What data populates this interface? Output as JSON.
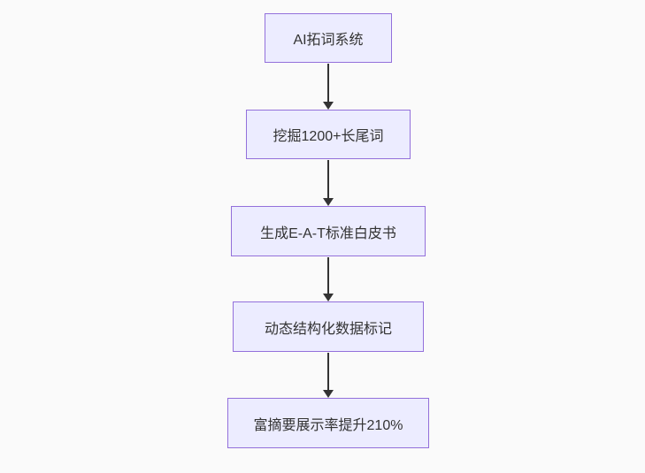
{
  "flowchart": {
    "type": "vertical-flow",
    "nodes": [
      {
        "id": "n1",
        "label": "AI拓词系统"
      },
      {
        "id": "n2",
        "label": "挖掘1200+长尾词"
      },
      {
        "id": "n3",
        "label": "生成E-A-T标准白皮书"
      },
      {
        "id": "n4",
        "label": "动态结构化数据标记"
      },
      {
        "id": "n5",
        "label": "富摘要展示率提升210%"
      }
    ],
    "edges": [
      {
        "from": "n1",
        "to": "n2"
      },
      {
        "from": "n2",
        "to": "n3"
      },
      {
        "from": "n3",
        "to": "n4"
      },
      {
        "from": "n4",
        "to": "n5"
      }
    ]
  },
  "colors": {
    "bg": "#fafafa",
    "node_fill": "#ececff",
    "node_border": "#9370db",
    "edge": "#333333",
    "text": "#333333"
  }
}
